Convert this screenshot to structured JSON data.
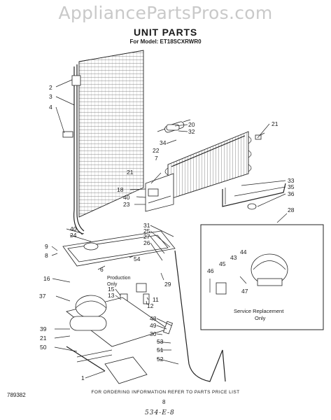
{
  "watermark": "AppliancePartsPros.com",
  "header": {
    "title": "UNIT PARTS",
    "model_line": "For Model: ET18SCXRWR0"
  },
  "notes": {
    "production_only": [
      "Production",
      "Only"
    ],
    "service_replacement": [
      "Service Replacement",
      "Only"
    ]
  },
  "callouts": {
    "n2": "2",
    "n3": "3",
    "n4": "4",
    "n20": "20",
    "n32": "32",
    "n21a": "21",
    "n34": "34",
    "n22": "22",
    "n7": "7",
    "n21b": "21",
    "n18": "18",
    "n40a": "40",
    "n23": "23",
    "n33": "33",
    "n35": "35",
    "n36": "36",
    "n28": "28",
    "n40b": "40",
    "n24": "24",
    "n9": "9",
    "n8": "8",
    "n31": "31",
    "n25": "25",
    "n27": "27",
    "n26": "26",
    "n54": "54",
    "n6": "6",
    "n16": "16",
    "n37": "37",
    "n29": "29",
    "n15": "15",
    "n13": "13",
    "n12": "12",
    "n11": "11",
    "n44": "44",
    "n45": "45",
    "n43": "43",
    "n46": "46",
    "n47": "47",
    "n39": "39",
    "n21c": "21",
    "n50": "50",
    "n48": "48",
    "n49": "49",
    "n30": "30",
    "n53": "53",
    "n51": "51",
    "n52": "52",
    "n1": "1"
  },
  "footer": {
    "ordering_note": "FOR ORDERING INFORMATION REFER TO PARTS PRICE LIST",
    "doc_number": "789382",
    "page_number": "8",
    "handwritten": "534-E-8"
  }
}
